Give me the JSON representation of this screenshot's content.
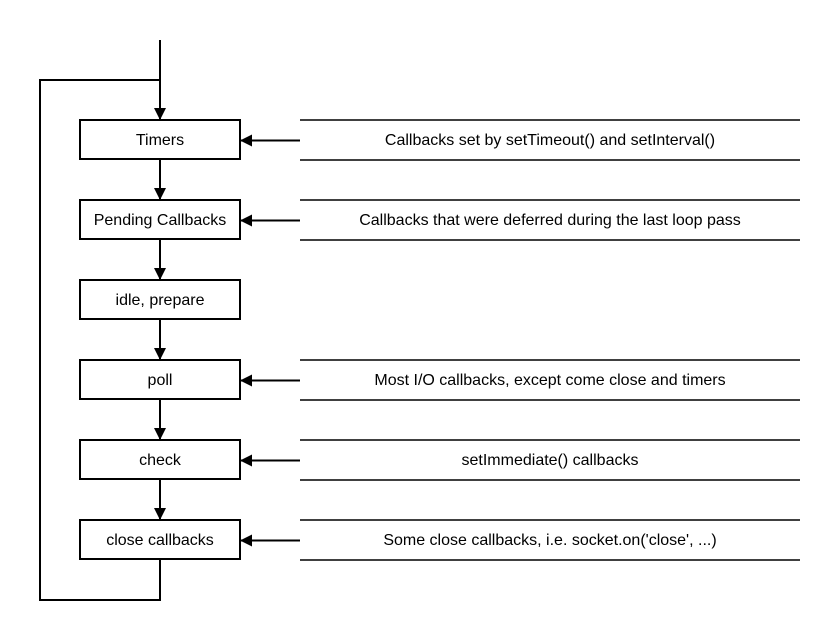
{
  "colors": {
    "line": "#000000",
    "text": "#000000",
    "background": "#ffffff"
  },
  "phases": [
    {
      "label": "Timers",
      "note": "Callbacks set by setTimeout() and setInterval()"
    },
    {
      "label": "Pending Callbacks",
      "note": "Callbacks that were deferred during the last loop pass"
    },
    {
      "label": "idle, prepare",
      "note": ""
    },
    {
      "label": "poll",
      "note": "Most I/O callbacks, except come close and timers"
    },
    {
      "label": "check",
      "note": "setImmediate() callbacks"
    },
    {
      "label": "close callbacks",
      "note": "Some close callbacks, i.e. socket.on('close', ...)"
    }
  ]
}
